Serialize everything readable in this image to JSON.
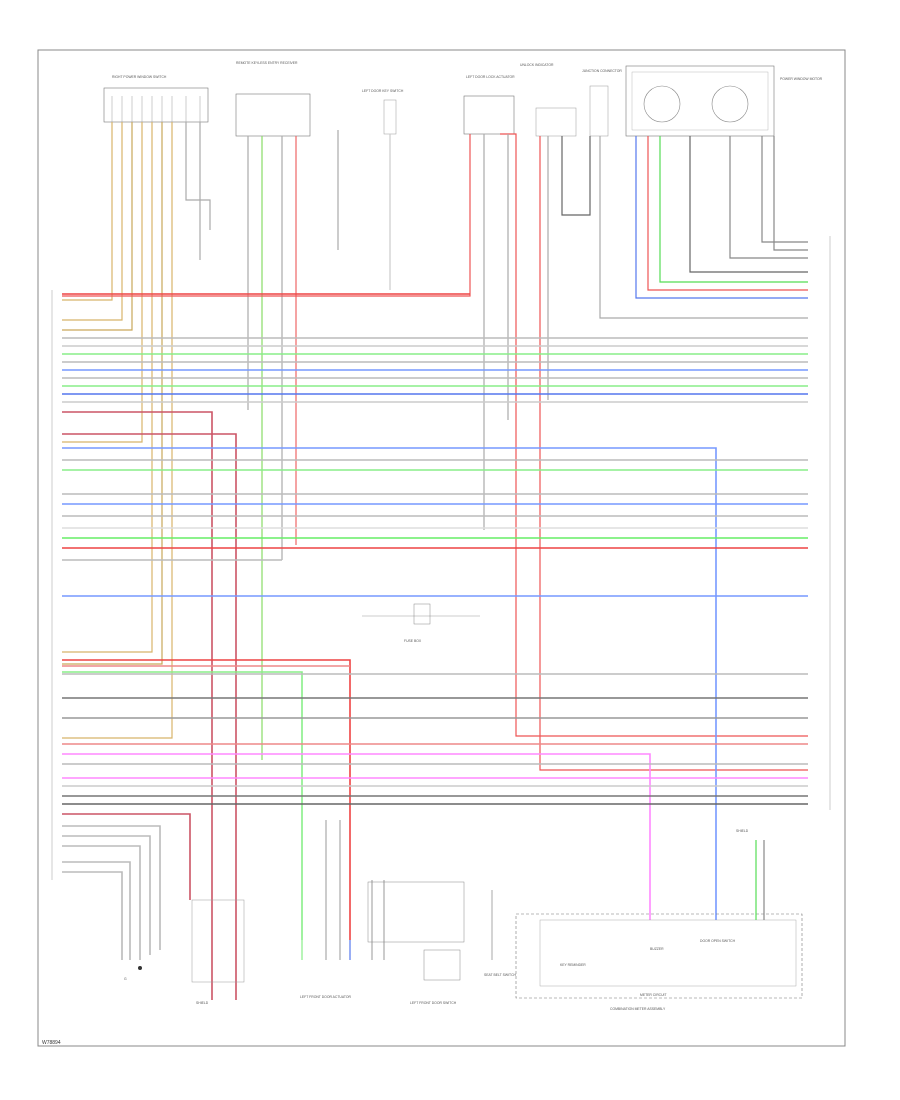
{
  "diagram": {
    "note": "W78894",
    "components": {
      "right_power_window_switch": "RIGHT POWER WINDOW SWITCH",
      "remote_keyless_entry_receiver": "REMOTE KEYLESS ENTRY RECEIVER",
      "left_door_key_switch": "LEFT DOOR KEY SWITCH",
      "left_door_lock_actuator": "LEFT DOOR LOCK ACTUATOR",
      "unlock_indicator": "UNLOCK INDICATOR",
      "junction_connector": "JUNCTION CONNECTOR",
      "power_window_motor": "POWER WINDOW MOTOR",
      "ground_point": "G",
      "shield_1": "SHIELD",
      "shield_2": "SHIELD",
      "left_front_door_actuator": "LEFT FRONT DOOR ACTUATOR",
      "left_front_door_switch": "LEFT FRONT DOOR SWITCH",
      "fuse_box": "FUSE BOX",
      "seat_belt_switch": "SEAT BELT SWITCH",
      "combination_meter": "COMBINATION METER ASSEMBLY",
      "meter_inner": "METER CIRCUIT",
      "buzzer": "BUZZER",
      "key_reminder": "KEY REMINDER",
      "door_open_switch": "DOOR OPEN SWITCH"
    }
  }
}
